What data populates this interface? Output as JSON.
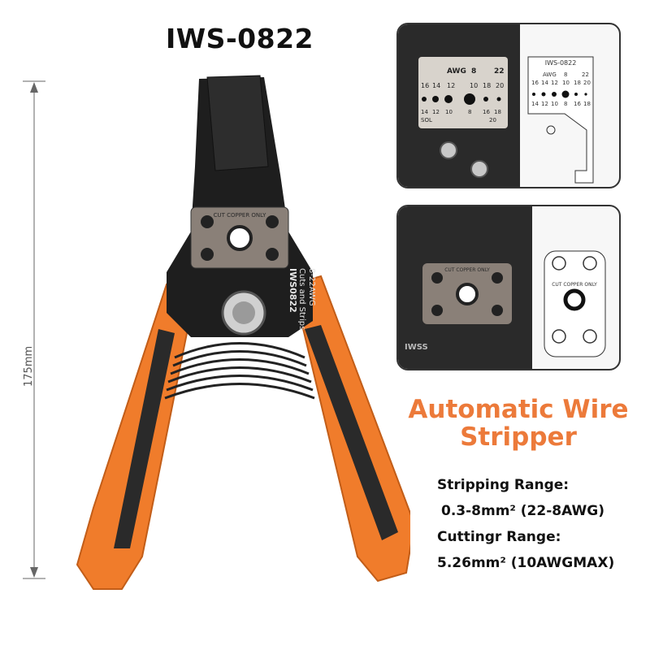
{
  "product_title": "IWS-0822",
  "dimension_label": "175mm",
  "headline": {
    "line1": "Automatic Wire",
    "line2": "Stripper"
  },
  "specs": {
    "stripping_label": "Stripping Range:",
    "stripping_value": "0.3-8mm² (22-8AWG)",
    "cutting_label": "Cuttingr Range:",
    "cutting_value": "5.26mm² (10AWGMAX)"
  },
  "tool_markings": {
    "plate_text": "CUT COPPER ONLY",
    "model": "IWS0822",
    "line2": "Cuts and Strips",
    "line3": "8-22AWG"
  },
  "detail_top": {
    "photo_awg_row": [
      "AWG",
      "8",
      "22"
    ],
    "photo_row_a": [
      "16",
      "14",
      "12",
      "10",
      "18",
      "20"
    ],
    "photo_row_b": [
      "14",
      "12",
      "10",
      "8",
      "16",
      "18",
      "20"
    ],
    "photo_sol": "SOL",
    "diagram_label": "IWS-0822",
    "diagram_row_top": [
      "AWG",
      "8",
      "22"
    ],
    "diagram_row_a": [
      "16",
      "14",
      "12",
      "10",
      "18",
      "20"
    ],
    "diagram_row_b": [
      "14",
      "12",
      "10",
      "8",
      "16",
      "18"
    ]
  },
  "detail_bottom": {
    "plate_text": "CUT COPPER ONLY",
    "diagram_text": "CUT COPPER ONLY",
    "side_text": "IWSS"
  },
  "colors": {
    "handle": "#f07c2b",
    "handle_grip": "#2a2a2a",
    "metal": "#1e1e1e",
    "headline": "#ec7a3a"
  }
}
